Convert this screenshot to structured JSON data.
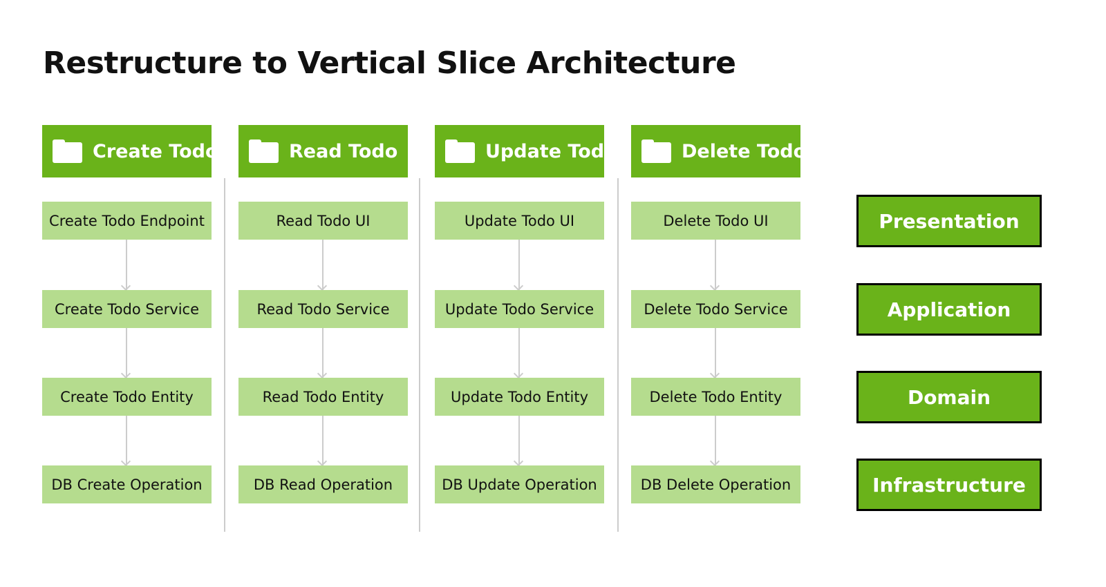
{
  "title": "Restructure to Vertical Slice Architecture",
  "colors": {
    "header": "#6ab31a",
    "box": "#b5dc8e",
    "divider": "#cccccc",
    "layer_border": "#000000"
  },
  "slices": [
    {
      "label": "Create Todo",
      "icon": "folder-icon",
      "items": [
        "Create Todo Endpoint",
        "Create Todo Service",
        "Create Todo Entity",
        "DB Create Operation"
      ]
    },
    {
      "label": "Read Todo",
      "icon": "folder-icon",
      "items": [
        "Read Todo UI",
        "Read Todo Service",
        "Read Todo Entity",
        "DB Read Operation"
      ]
    },
    {
      "label": "Update Todo",
      "icon": "folder-icon",
      "items": [
        "Update Todo UI",
        "Update Todo Service",
        "Update Todo Entity",
        "DB Update Operation"
      ]
    },
    {
      "label": "Delete Todo",
      "icon": "folder-icon",
      "items": [
        "Delete Todo UI",
        "Delete Todo Service",
        "Delete Todo Entity",
        "DB Delete Operation"
      ]
    }
  ],
  "layers": [
    "Presentation",
    "Application",
    "Domain",
    "Infrastructure"
  ]
}
